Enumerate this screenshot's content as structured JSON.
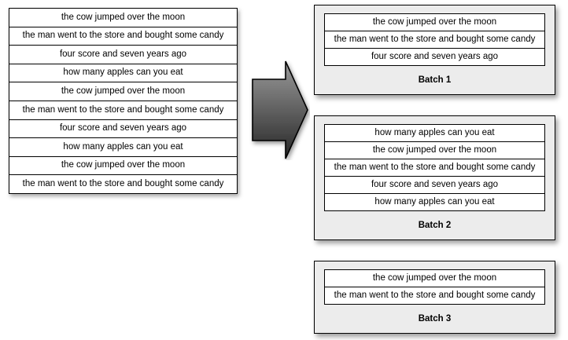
{
  "diagram": {
    "title": "Sentence batching diagram",
    "background_color": "#ffffff",
    "panel_fill_color": "#ececec",
    "border_color": "#000000",
    "arrow": {
      "icon": "right-block-arrow-icon",
      "direction": "right",
      "gradient_from": "#8c8c8c",
      "gradient_to": "#2e2e2e"
    }
  },
  "input_list": {
    "name": "input-sentence-list",
    "rows": [
      "the cow jumped over the moon",
      "the man went to the store and bought some candy",
      "four score and seven years ago",
      "how many apples can you eat",
      "the cow jumped over the moon",
      "the man went to the store and bought some candy",
      "four score and seven years ago",
      "how many apples can you eat",
      "the cow jumped over the moon",
      "the man went to the store and bought some candy"
    ]
  },
  "batches": [
    {
      "label": "Batch 1",
      "rows": [
        "the cow jumped over the moon",
        "the man went to the store and bought some candy",
        "four score and seven years ago"
      ]
    },
    {
      "label": "Batch 2",
      "rows": [
        "how many apples can you eat",
        "the cow jumped over the moon",
        "the man went to the store and bought some candy",
        "four score and seven years ago",
        "how many apples can you eat"
      ]
    },
    {
      "label": "Batch 3",
      "rows": [
        "the cow jumped over the moon",
        "the man went to the store and bought some candy"
      ]
    }
  ]
}
